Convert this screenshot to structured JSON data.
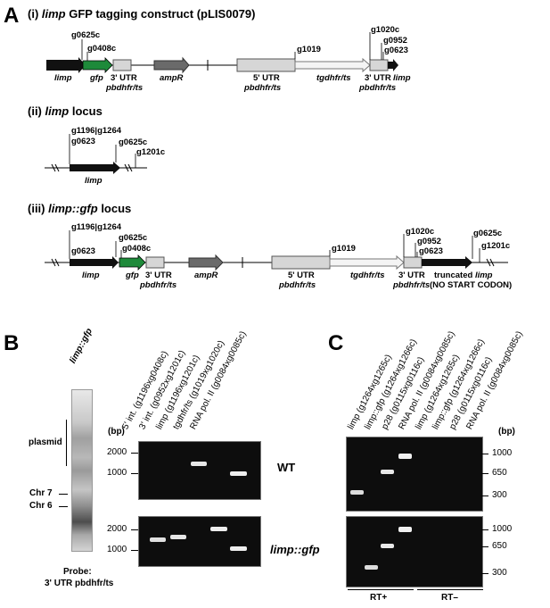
{
  "panelA": {
    "letter": "A",
    "sec_i": {
      "prefix": "(i) ",
      "gene": "limp",
      "rest": " GFP tagging construct (pLIS0079)"
    },
    "sec_ii": {
      "prefix": "(ii) ",
      "gene": "limp",
      "rest": " locus"
    },
    "sec_iii": {
      "prefix": "(iii) ",
      "gene": "limp::gfp",
      "rest": " locus"
    },
    "i_labels": {
      "g0625c": "g0625c",
      "g0408c": "g0408c",
      "g1019": "g1019",
      "g1020c": "g1020c",
      "g0952": "g0952",
      "g0623": "g0623",
      "limp": "limp",
      "gfp": "gfp",
      "utr3": "3' UTR",
      "pbd": "pbdhfr/ts",
      "ampR": "ampR",
      "utr5": "5' UTR",
      "tgd": "tgdhfr/ts",
      "limp2": "limp"
    },
    "ii_labels": {
      "g1196": "g1196|g1264",
      "g0623": "g0623",
      "g0625c": "g0625c",
      "g1201c": "g1201c",
      "limp": "limp"
    },
    "iii_labels": {
      "g1196": "g1196|g1264",
      "g0623": "g0623",
      "g0625c": "g0625c",
      "g0408c": "g0408c",
      "g1019": "g1019",
      "g1020c": "g1020c",
      "g0952": "g0952",
      "g0623b": "g0623",
      "g0625c2": "g0625c",
      "g1201c": "g1201c",
      "limp": "limp",
      "gfp": "gfp",
      "utr3": "3' UTR",
      "pbd": "pbdhfr/ts",
      "ampR": "ampR",
      "utr5": "5' UTR",
      "tgd": "tgdhfr/ts",
      "truncated": "truncated ",
      "truncated_gene": "limp",
      "nostart": "(NO START CODON)"
    },
    "colors": {
      "black_arrow": "#111111",
      "gfp_green": "#1e8a3a",
      "grey_box": "#d6d6d6",
      "dark_grey": "#6a6a6a"
    }
  },
  "panelB": {
    "letter": "B",
    "blot_header": "limp::gfp",
    "plasmid": "plasmid",
    "chr7": "Chr 7",
    "chr6": "Chr 6",
    "probe_line1": "Probe:",
    "probe_line2": "3' UTR pbdhfr/ts",
    "bp": "(bp)",
    "ticks_top": [
      "2000",
      "1000"
    ],
    "ticks_bottom": [
      "2000",
      "1000"
    ],
    "wt": "WT",
    "limpgfp": "limp::gfp",
    "lanes": [
      "5' int. (g1196xg0408c)",
      "3' int. (g0952xg1201c)",
      "limp (g1196xg1201c)",
      "tgdhfr/ts (g1019xg1020c)",
      "RNA pol. II (g0084xg0085c)"
    ]
  },
  "panelC": {
    "letter": "C",
    "bp": "(bp)",
    "ticks_top": [
      "1000",
      "650",
      "300"
    ],
    "ticks_bottom": [
      "1000",
      "650",
      "300"
    ],
    "rt_plus": "RT+",
    "rt_minus": "RT–",
    "lanes": [
      "limp (g1264xg1265c)",
      "limp::gfp (g1264xg1266c)",
      "p28 (g0115xg0116c)",
      "RNA pol. II (g0084xg0085c)",
      "limp (g1264xg1265c)",
      "limp::gfp (g1264xg1266c)",
      "p28 (g0115xg0116c)",
      "RNA pol. II (g0084xg0085c)"
    ]
  }
}
